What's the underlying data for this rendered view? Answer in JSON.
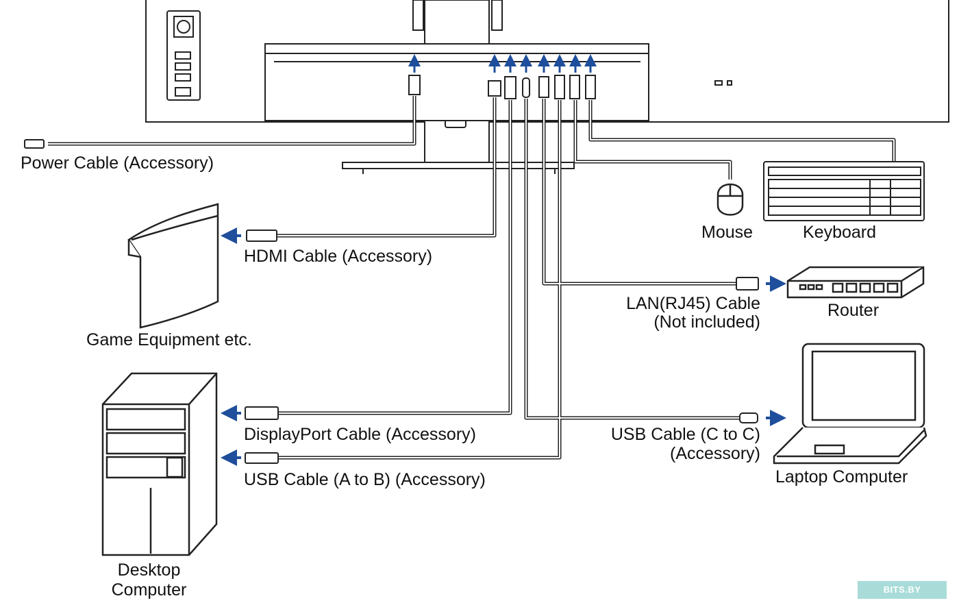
{
  "labels": {
    "power_cable": "Power Cable (Accessory)",
    "hdmi_cable": "HDMI Cable (Accessory)",
    "game_equipment": "Game Equipment etc.",
    "displayport_cable": "DisplayPort Cable (Accessory)",
    "usb_ab_cable": "USB Cable (A to B) (Accessory)",
    "desktop_line1": "Desktop",
    "desktop_line2": "Computer",
    "mouse": "Mouse",
    "keyboard": "Keyboard",
    "lan_line1": "LAN(RJ45) Cable",
    "lan_line2": "(Not included)",
    "router": "Router",
    "usbc_line1": "USB Cable (C to C)",
    "usbc_line2": "(Accessory)",
    "laptop": "Laptop Computer"
  },
  "watermark": "BITS.BY",
  "colors": {
    "arrow": "#1f4e9c",
    "line": "#222222",
    "watermark_bg": "#a9dcd8"
  }
}
